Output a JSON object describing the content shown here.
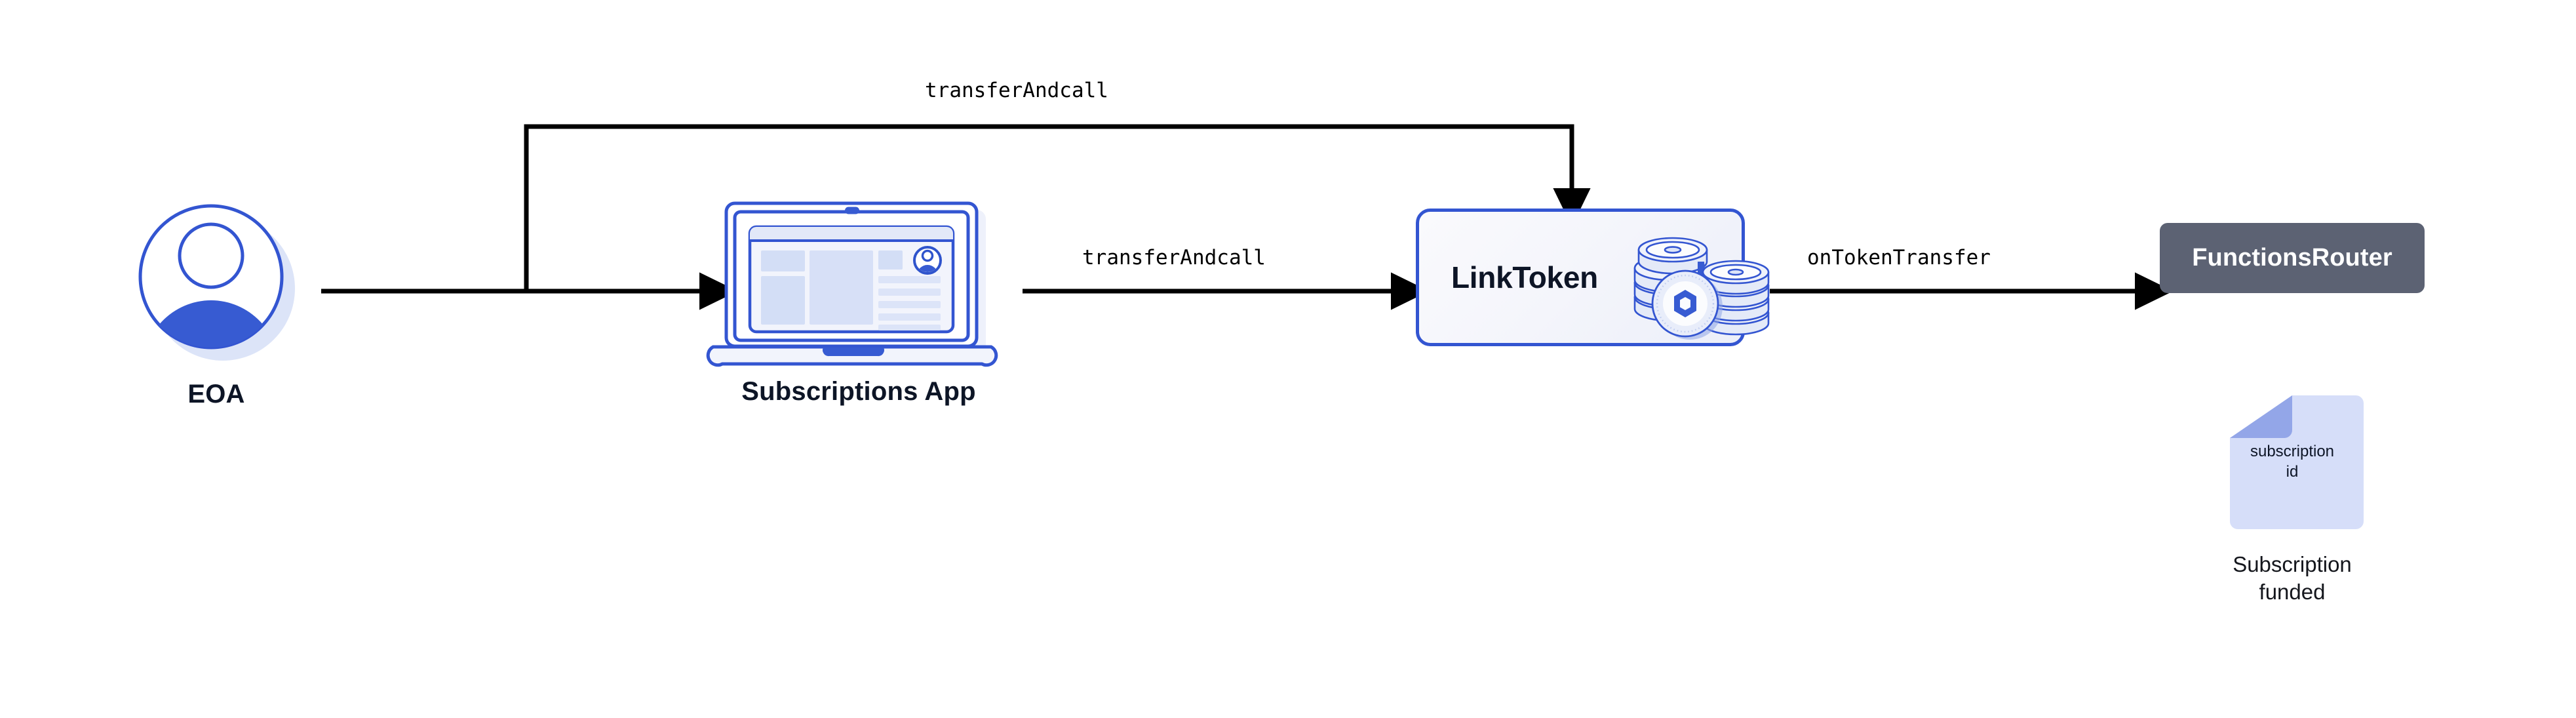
{
  "diagram": {
    "title": "Chainlink Functions subscription funding flow",
    "background_color": "#FFFFFF",
    "nodes": [
      {
        "id": "eoa",
        "label": "EOA",
        "icon": "user-avatar-icon",
        "shape": "icon-with-caption"
      },
      {
        "id": "subscriptions-app",
        "label": "Subscriptions App",
        "icon": "laptop-dashboard-icon",
        "shape": "icon-with-caption"
      },
      {
        "id": "linktoken",
        "label": "LinkToken",
        "icon": "link-coin-stack-icon",
        "shape": "rounded-box",
        "border_color": "#3355D1",
        "fill_color": "#F4F5FB",
        "text_color": "#0D1526"
      },
      {
        "id": "functionsrouter",
        "label": "FunctionsRouter",
        "shape": "rounded-box",
        "fill_color": "#5C6273",
        "text_color": "#FFFFFF"
      },
      {
        "id": "subscription-doc",
        "label": "subscription\nid",
        "caption": "Subscription funded",
        "icon": "document-page-icon",
        "fill_color": "#D6DEF9",
        "fold_color": "#93A6E8"
      }
    ],
    "edges": [
      {
        "id": "edge-eoa-to-app",
        "from": "eoa",
        "to": "subscriptions-app",
        "label": "",
        "style": "solid-arrow",
        "color": "#000000"
      },
      {
        "id": "edge-eoa-to-linktoken",
        "from": "eoa",
        "to": "linktoken",
        "label": "transferAndcall",
        "style": "elbow-arrow-over-top",
        "color": "#000000"
      },
      {
        "id": "edge-app-to-linktoken",
        "from": "subscriptions-app",
        "to": "linktoken",
        "label": "transferAndcall",
        "style": "solid-arrow",
        "color": "#000000"
      },
      {
        "id": "edge-linktoken-to-router",
        "from": "linktoken",
        "to": "functionsrouter",
        "label": "onTokenTransfer",
        "style": "solid-arrow",
        "color": "#000000"
      }
    ]
  },
  "labels": {
    "eoa": "EOA",
    "subscriptions_app": "Subscriptions App",
    "linktoken": "LinkToken",
    "functionsrouter": "FunctionsRouter",
    "doc_line_1": "subscription",
    "doc_line_2": "id",
    "doc_caption_line_1": "Subscription",
    "doc_caption_line_2": "funded",
    "edge_top": "transferAndcall",
    "edge_mid": "transferAndcall",
    "edge_router": "onTokenTransfer"
  },
  "colors": {
    "accent_blue": "#3355D1",
    "brand_blue": "#375BD2",
    "light_blue": "#D6DEF9",
    "pale_blue": "#E7ECFB",
    "dark_navy": "#0D1526",
    "slate": "#5C6273",
    "page_fold": "#93A6E8",
    "line_black": "#000000"
  }
}
